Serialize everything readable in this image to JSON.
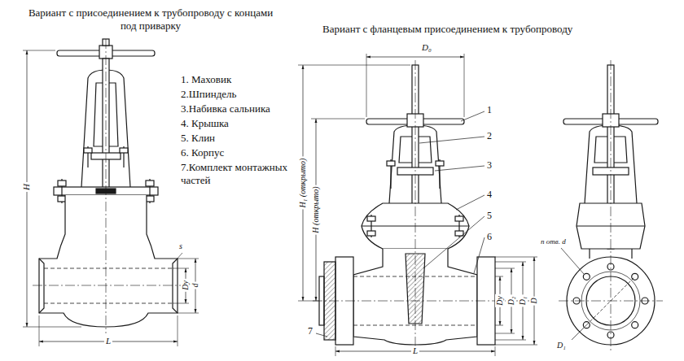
{
  "diagram": {
    "labels": [
      "Вариант с присоединением к трубопроводу с концами под приварку",
      "Вариант с фланцевым присоединением к трубопроводу",
      "1. Маховик",
      "2.Шпиндель",
      "3.Набивка сальника",
      "4. Крышка",
      "5. Клин",
      "6. Корпус",
      "7.Комплект монтажных частей",
      "H",
      "L",
      "s",
      "Dу",
      "d",
      "D₀",
      "H₁ (открыто)",
      "H (открыто)",
      "1",
      "2",
      "3",
      "4",
      "5",
      "6",
      "7",
      "Dу",
      "D₂",
      "D₁",
      "D",
      "L",
      "n отв. d",
      "D₁"
    ]
  }
}
